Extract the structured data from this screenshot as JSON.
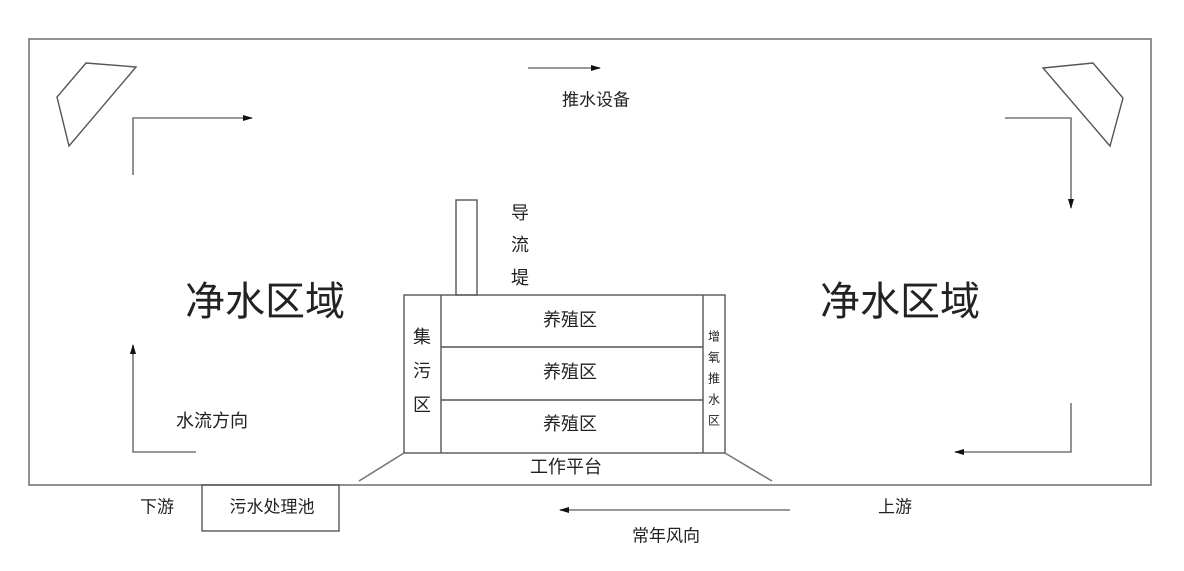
{
  "labels": {
    "push_equipment": "推水设备",
    "clean_zone_left": "净水区域",
    "clean_zone_right": "净水区域",
    "flow_direction": "水流方向",
    "diversion_dike": [
      "导",
      "流",
      "堤"
    ],
    "collection_zone": [
      "集",
      "污",
      "区"
    ],
    "culture_zones": [
      "养殖区",
      "养殖区",
      "养殖区"
    ],
    "aeration_zone": [
      "增",
      "氧",
      "推",
      "水",
      "区"
    ],
    "work_platform": "工作平台",
    "downstream": "下游",
    "upstream": "上游",
    "sewage_pond": "污水处理池",
    "wind_direction": "常年风向"
  }
}
